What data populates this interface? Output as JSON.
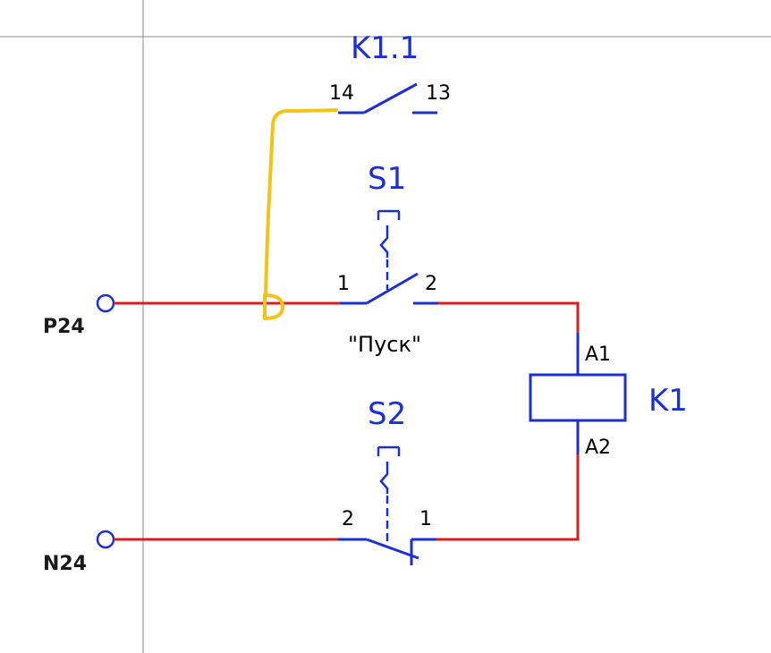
{
  "diagram": {
    "terminals": {
      "p24": "P24",
      "n24": "N24"
    },
    "contact_k11": {
      "title": "K1.1",
      "pin_left": "14",
      "pin_right": "13"
    },
    "switch_s1": {
      "title": "S1",
      "pin_left": "1",
      "pin_right": "2",
      "caption": "\"Пуск\""
    },
    "switch_s2": {
      "title": "S2",
      "pin_left": "2",
      "pin_right": "1"
    },
    "coil_k1": {
      "title": "K1",
      "pin_top": "A1",
      "pin_bottom": "A2"
    },
    "colors": {
      "wire_energized": "#dd1c1c",
      "component": "#1c2fd0",
      "hand_drawn_wire": "#f2c419",
      "guide_lines": "#8c8c8c"
    }
  }
}
